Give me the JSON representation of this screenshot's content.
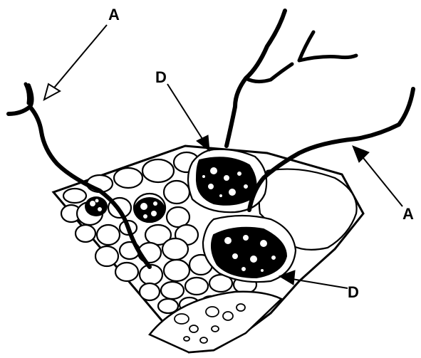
{
  "labels": {
    "a_top": "A",
    "a_right": "A",
    "d_top": "D",
    "d_bottom": "D"
  },
  "colors": {
    "ink": "#000000",
    "background": "#ffffff"
  }
}
